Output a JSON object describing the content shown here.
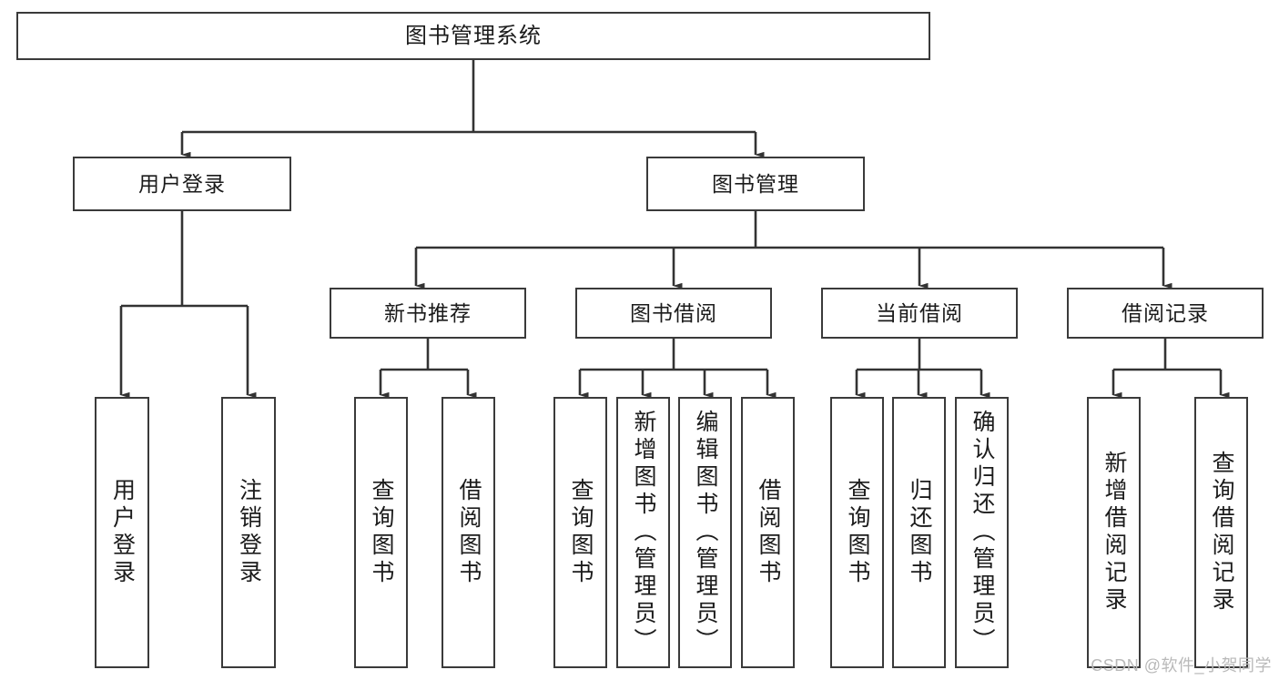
{
  "diagram": {
    "type": "hierarchy-tree",
    "title": "图书管理系统",
    "root": {
      "label": "图书管理系统"
    },
    "level2": [
      {
        "label": "用户登录"
      },
      {
        "label": "图书管理"
      }
    ],
    "level3": [
      {
        "label": "新书推荐"
      },
      {
        "label": "图书借阅"
      },
      {
        "label": "当前借阅"
      },
      {
        "label": "借阅记录"
      }
    ],
    "leaves": {
      "user_login": [
        {
          "label": "用户登录"
        },
        {
          "label": "注销登录"
        }
      ],
      "new_book_recommend": [
        {
          "label": "查询图书"
        },
        {
          "label": "借阅图书"
        }
      ],
      "book_borrow": [
        {
          "label": "查询图书"
        },
        {
          "label": "新增图书（管理员）"
        },
        {
          "label": "编辑图书（管理员）"
        },
        {
          "label": "借阅图书"
        }
      ],
      "current_borrow": [
        {
          "label": "查询图书"
        },
        {
          "label": "归还图书"
        },
        {
          "label": "确认归还（管理员）"
        }
      ],
      "borrow_record": [
        {
          "label": "新增借阅记录"
        },
        {
          "label": "查询借阅记录"
        }
      ]
    }
  },
  "watermark": {
    "text": "CSDN @软件_小贺同学"
  },
  "colors": {
    "box_border": "#3a3a3a",
    "box_fill": "#ffffff",
    "connector": "#333333",
    "text": "#1b1b1b",
    "watermark": "#b9b9b9"
  }
}
